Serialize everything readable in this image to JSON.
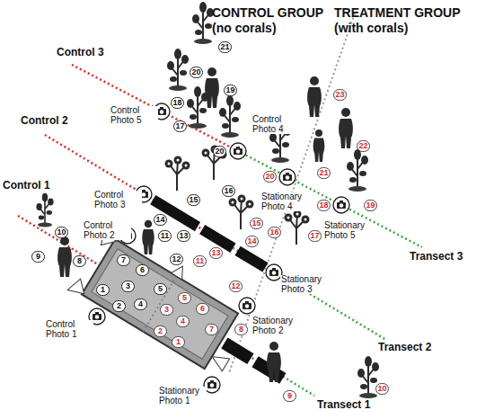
{
  "diagram": {
    "labels": [
      "CONTROL GROUP (no corals)",
      "TREATMENT GROUP (with corals)",
      "Control 3",
      "Control 2",
      "Control 1",
      "Transect 3",
      "Transect 2",
      "Transect 1",
      "Control Photo 5",
      "Control Photo 4",
      "Control Photo 3",
      "Control Photo 2",
      "Control Photo 1",
      "Stationary Photo 4",
      "Stationary Photo 5",
      "Stationary Photo 3",
      "Stationary Photo 2",
      "Stationary Photo 1",
      "21",
      "20",
      "19",
      "18",
      "17",
      "20",
      "16",
      "15",
      "14",
      "13",
      "11",
      "12",
      "10",
      "9",
      "8",
      "7",
      "6",
      "5",
      "4",
      "3",
      "2",
      "1",
      "23",
      "22",
      "21",
      "20",
      "19",
      "18",
      "17",
      "16",
      "15",
      "14",
      "13",
      "12",
      "11",
      "10",
      "9",
      "8",
      "7",
      "6",
      "5",
      "4",
      "3",
      "2",
      "1"
    ]
  }
}
